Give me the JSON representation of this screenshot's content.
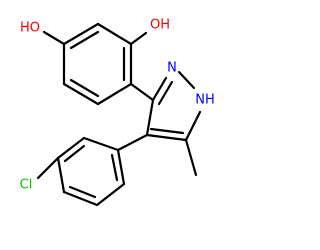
{
  "molecule": {
    "atoms": {
      "oh_left": "HO",
      "oh_right": "OH",
      "n_pyrazole": "N",
      "nh_pyrazole": "NH",
      "cl": "Cl"
    },
    "colors": {
      "bond": "#000000",
      "oxygen": "#ff0000",
      "nitrogen": "#0000ff",
      "chlorine": "#00cc00"
    }
  }
}
